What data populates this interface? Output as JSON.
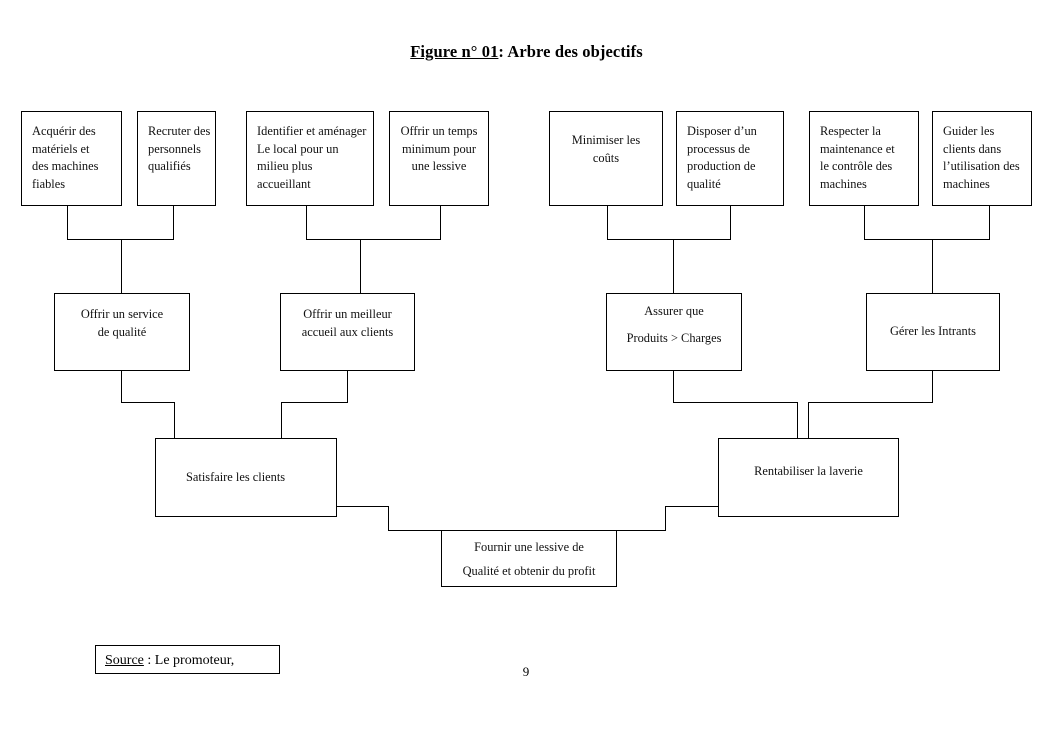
{
  "figure": {
    "title_underlined": "Figure n° 01",
    "title_rest": ": Arbre des objectifs"
  },
  "nodes": {
    "level1": [
      {
        "id": "acquerir-materiels",
        "text": "Acquérir des\nmatériels et\ndes machines\nfiables"
      },
      {
        "id": "recruter-personnels",
        "text": "Recruter des\npersonnels\nqualifiés"
      },
      {
        "id": "identifier-amenager-local",
        "text": "Identifier et aménager\nLe local pour un\nmilieu plus\naccueillant"
      },
      {
        "id": "offrir-temps-minimum",
        "text": "Offrir un temps\nminimum pour\nune lessive"
      },
      {
        "id": "minimiser-couts",
        "text": "Minimiser les\ncoûts"
      },
      {
        "id": "disposer-processus-production",
        "text": "Disposer d’un\nprocessus de\nproduction de\nqualité"
      },
      {
        "id": "respecter-maintenance",
        "text": "Respecter la\nmaintenance et\nle contrôle des\nmachines"
      },
      {
        "id": "guider-clients",
        "text": "Guider les\nclients dans\nl’utilisation des\nmachines"
      }
    ],
    "level2": [
      {
        "id": "offrir-service-qualite",
        "text": "Offrir un service\nde qualité"
      },
      {
        "id": "offrir-meilleur-accueil",
        "text": "Offrir un meilleur\naccueil aux clients"
      },
      {
        "id": "assurer-produits-charges",
        "text": "Assurer que\nProduits > Charges"
      },
      {
        "id": "gerer-intrants",
        "text": "Gérer les Intrants"
      }
    ],
    "level3": [
      {
        "id": "satisfaire-clients",
        "text": "Satisfaire les clients"
      },
      {
        "id": "rentabiliser-laverie",
        "text": "Rentabiliser la laverie"
      }
    ],
    "root": {
      "id": "fournir-lessive",
      "text": "Fournir une lessive de\nQualité et obtenir du profit"
    }
  },
  "source": {
    "label_underlined": "Source",
    "label_rest": " : Le promoteur,"
  },
  "page_number": "9"
}
